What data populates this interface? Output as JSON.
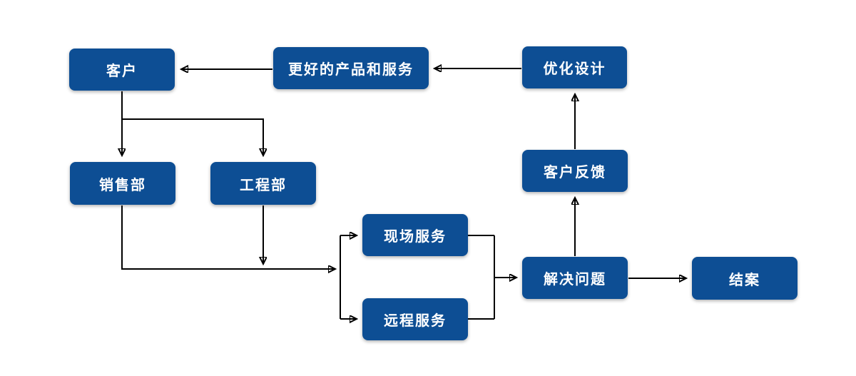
{
  "diagram": {
    "nodes": {
      "customer": {
        "label": "客户"
      },
      "better_products": {
        "label": "更好的产品和服务"
      },
      "optimize_design": {
        "label": "优化设计"
      },
      "sales_dept": {
        "label": "销售部"
      },
      "engineering_dept": {
        "label": "工程部"
      },
      "onsite_service": {
        "label": "现场服务"
      },
      "remote_service": {
        "label": "远程服务"
      },
      "solve_problem": {
        "label": "解决问题"
      },
      "customer_feedback": {
        "label": "客户反馈"
      },
      "close_case": {
        "label": "结案"
      }
    },
    "edges": [
      {
        "from": "optimize_design",
        "to": "better_products"
      },
      {
        "from": "better_products",
        "to": "customer"
      },
      {
        "from": "customer",
        "to": "sales_dept"
      },
      {
        "from": "customer",
        "to": "engineering_dept"
      },
      {
        "from": "sales_dept",
        "to": "service_split"
      },
      {
        "from": "engineering_dept",
        "to": "service_split"
      },
      {
        "from": "service_split",
        "to": "onsite_service"
      },
      {
        "from": "service_split",
        "to": "remote_service"
      },
      {
        "from": "onsite_service",
        "to": "solve_problem"
      },
      {
        "from": "remote_service",
        "to": "solve_problem"
      },
      {
        "from": "solve_problem",
        "to": "customer_feedback"
      },
      {
        "from": "customer_feedback",
        "to": "optimize_design"
      },
      {
        "from": "solve_problem",
        "to": "close_case"
      }
    ],
    "colors": {
      "node_fill": "#0d4e94",
      "node_text": "#ffffff",
      "connector": "#000000",
      "background": "#ffffff"
    }
  }
}
